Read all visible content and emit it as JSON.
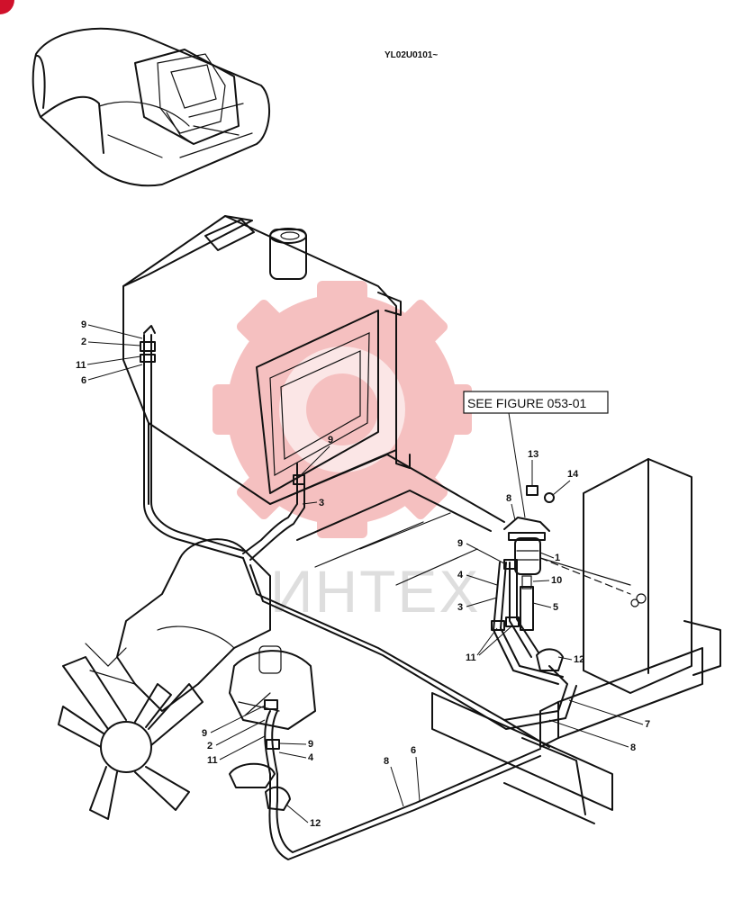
{
  "diagram_code": "YL02U0101~",
  "reference_box": "SEE FIGURE 053-01",
  "watermark_text": "ИНТЕХ",
  "colors": {
    "watermark": "#f4b6b6",
    "corner_mark": "#d0112b",
    "line": "#111111"
  },
  "callouts": [
    "9",
    "2",
    "11",
    "6",
    "9",
    "3",
    "13",
    "14",
    "8",
    "9",
    "4",
    "3",
    "1",
    "10",
    "5",
    "11",
    "12",
    "7",
    "8",
    "9",
    "2",
    "11",
    "9",
    "4",
    "8",
    "6",
    "12"
  ]
}
